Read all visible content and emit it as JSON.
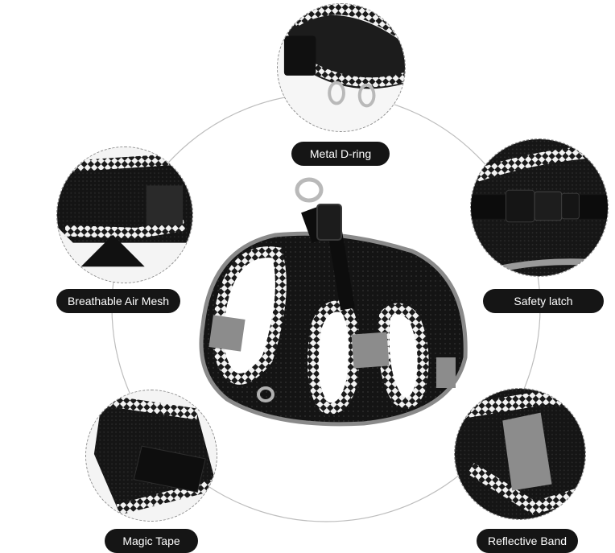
{
  "product": {
    "name": "",
    "colors": {
      "mesh": "#141414",
      "trim_dark": "#1a1a1a",
      "trim_light": "#f2f2f2",
      "reflective": "#8c8c8c",
      "label_bg": "#151515",
      "label_text": "#ffffff"
    }
  },
  "features": [
    {
      "id": "d-ring",
      "label": "Metal D-ring",
      "icon": "d-ring-detail"
    },
    {
      "id": "latch",
      "label": "Safety latch",
      "icon": "buckle-detail"
    },
    {
      "id": "mesh",
      "label": "Breathable Air Mesh",
      "icon": "mesh-detail"
    },
    {
      "id": "tape",
      "label": "Magic Tape",
      "icon": "velcro-detail"
    },
    {
      "id": "band",
      "label": "Reflective Band",
      "icon": "reflective-detail"
    }
  ]
}
